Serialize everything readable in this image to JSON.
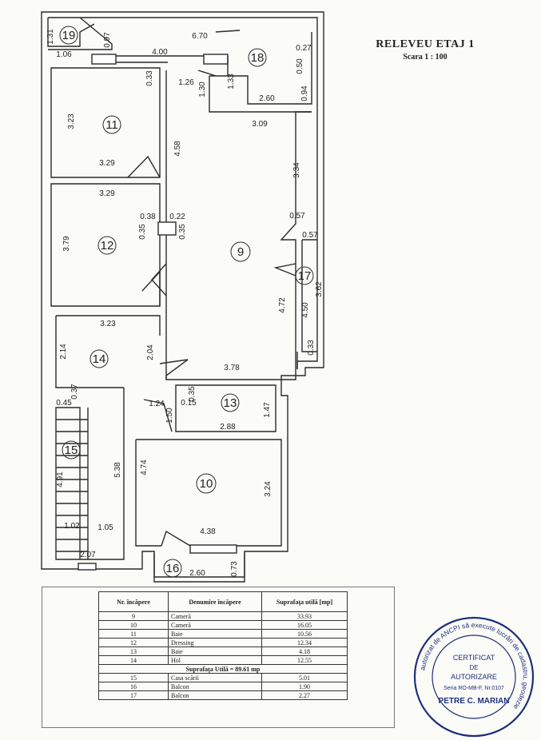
{
  "header": {
    "title": "RELEVEU ETAJ 1",
    "scale": "Scara 1 : 100"
  },
  "rooms": {
    "r19": "19",
    "r18": "18",
    "r11": "11",
    "r12": "12",
    "r9": "9",
    "r17": "17",
    "r14": "14",
    "r13": "13",
    "r15": "15",
    "r10": "10",
    "r16": "16"
  },
  "dims": {
    "d_1_31": "1.31",
    "d_1_06": "1.06",
    "d_0_97": "0.97",
    "d_6_70": "6.70",
    "d_4_00": "4.00",
    "d_0_27": "0.27",
    "d_0_50": "0.50",
    "d_0_94": "0.94",
    "d_2_60_top": "2.60",
    "d_1_26": "1.26",
    "d_1_30": "1.30",
    "d_1_33": "1.33",
    "d_0_33_top": "0.33",
    "d_3_23_r11": "3.23",
    "d_3_29_a": "3.29",
    "d_4_58": "4.58",
    "d_3_09": "3.09",
    "d_3_34": "3.34",
    "d_3_29_b": "3.29",
    "d_0_38": "0.38",
    "d_0_22": "0.22",
    "d_0_35_a": "0.35",
    "d_0_35_b": "0.35",
    "d_3_79": "3.79",
    "d_0_57_a": "0.57",
    "d_0_57_b": "0.57",
    "d_4_72": "4.72",
    "d_4_50": "4.50",
    "d_3_62": "3.62",
    "d_0_33_r": "0.33",
    "d_3_23_r14": "3.23",
    "d_2_14": "2.14",
    "d_2_04": "2.04",
    "d_3_78": "3.78",
    "d_0_37": "0.37",
    "d_0_45": "0.45",
    "d_1_24": "1.24",
    "d_0_35_c": "0.35",
    "d_0_15": "0.15",
    "d_1_50": "1.50",
    "d_2_88": "2.88",
    "d_1_47": "1.47",
    "d_4_91": "4.91",
    "d_5_38": "5.38",
    "d_4_74": "4.74",
    "d_3_24": "3.24",
    "d_1_02": "1.02",
    "d_1_05": "1.05",
    "d_4_38": "4.38",
    "d_2_07": "2.07",
    "d_2_60_b": "2.60",
    "d_0_73": "0.73"
  },
  "table": {
    "headers": [
      "Nr. încăpere",
      "Denumire încăpere",
      "Suprafaţa utilă [mp]"
    ],
    "rows": [
      {
        "nr": "9",
        "name": "Cameră",
        "area": "33.93"
      },
      {
        "nr": "10",
        "name": "Cameră",
        "area": "16.05"
      },
      {
        "nr": "11",
        "name": "Baie",
        "area": "10.56"
      },
      {
        "nr": "12",
        "name": "Dressing",
        "area": "12.34"
      },
      {
        "nr": "13",
        "name": "Baie",
        "area": "4.18"
      },
      {
        "nr": "14",
        "name": "Hol",
        "area": "12.55"
      }
    ],
    "summary": "Suprafaţa Utilă = 89.61 mp",
    "rows2": [
      {
        "nr": "15",
        "name": "Casa scării",
        "area": "5.01"
      },
      {
        "nr": "16",
        "name": "Balcon",
        "area": "1.90"
      },
      {
        "nr": "17",
        "name": "Balcon",
        "area": "2.27"
      }
    ]
  },
  "stamp": {
    "ring_text": "autorizat de ANCPI să execute lucrări de cadastru, geodezie",
    "line1": "CERTIFICAT",
    "line2": "DE",
    "line3": "AUTORIZARE",
    "line4": "Seria RO-MB-F, Nr.0107",
    "name": "PETRE C. MARIAN",
    "ink": "#1f2f7a"
  }
}
